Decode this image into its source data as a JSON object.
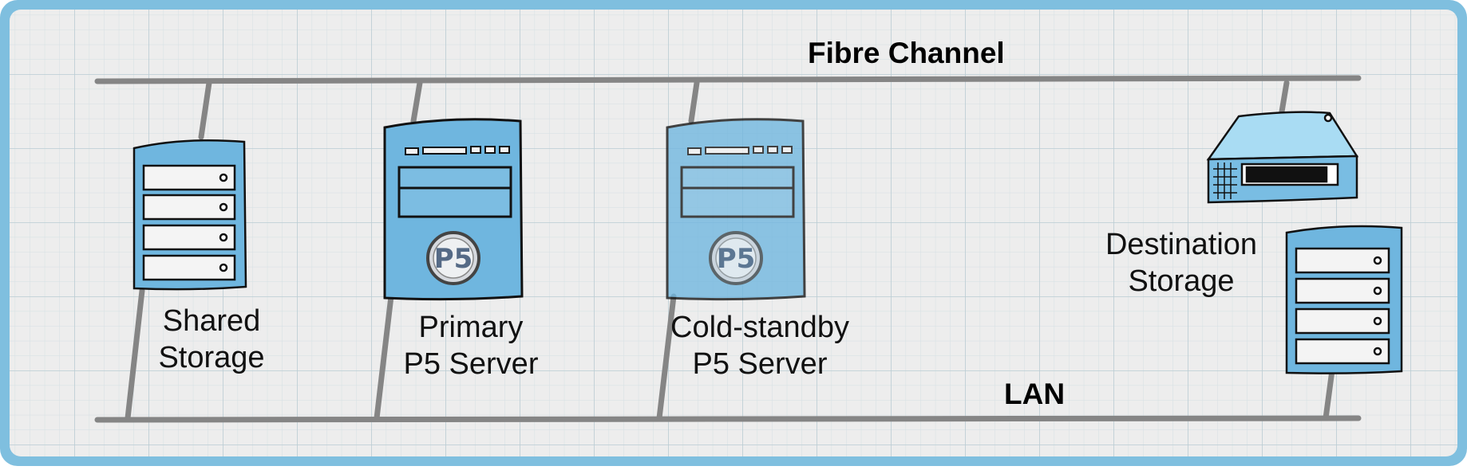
{
  "diagram": {
    "networks": {
      "fibre_channel": "Fibre Channel",
      "lan": "LAN"
    },
    "devices": {
      "shared_storage": {
        "line1": "Shared",
        "line2": "Storage"
      },
      "primary_server": {
        "line1": "Primary",
        "line2": "P5 Server",
        "badge": "P5"
      },
      "standby_server": {
        "line1": "Cold-standby",
        "line2": "P5 Server",
        "badge": "P5"
      },
      "destination_storage": {
        "line1": "Destination",
        "line2": "Storage"
      }
    },
    "colors": {
      "frame": "#7fbfdf",
      "paper": "#ededed",
      "grid": "#c9d7dc",
      "bus": "#8a8a8a",
      "device": "#6fb6df",
      "device_light": "#8cc7e6",
      "tape": "#a9dcf3"
    }
  }
}
